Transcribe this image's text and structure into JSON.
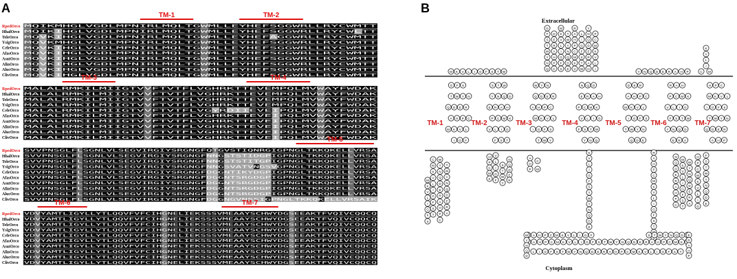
{
  "panel_a": {
    "label": "A",
    "species": [
      "RpedOrco",
      "HhalOrco",
      "TeleOrco",
      "YsigOrco",
      "CeleOrco",
      "AfasOrco",
      "AsutOrco",
      "AlinOrco",
      "AlucOrco",
      "ClivOrco"
    ],
    "highlight_species": "RpedOrco",
    "blocks": [
      {
        "rows": [
          "MQIKMHGLVGDLMPNIRLMQLTGWMLLEYHEFSGGWRLLRYCWMTT",
          "MQIKIHGLVGDLMPNIRLMQLTGWMLLEYHEFSGGWRLLRYCWLTT",
          "MQVKIHGLVGDLMPNIRLMQLTGWMLLEYHEFAGGWRLLRYCWMTT",
          "MQVKMHGLVGDLMPNIRLMQLTGWMLLEYHEFSGGWRLLRYCWMTT",
          "MQVKIHGLVGDLMPNIRLMQLTGWMLLEYHEFSGGWRLLRYCWMTT",
          "MQVKIHGLVGDLMPNIRLMQLTGWMLLEYHEFSGGWRLLRYCWMTT",
          "MQVKIHGLVGDLMPNIRLMQLTGWMLLEYHEFSGGWRLLRYCWMTT",
          "MQVKIHGLVGDLMPNIRLMQLTGWMLLEYHEFSGGWRLLRYCWMTT",
          "MQVKIHGLVGDLMPNIRLMQLTGWMLLEYHEFSGGWRLLRYCWMTT",
          "MQVKIHGLVGDLMPNIRLMQLTGWMLLEYHEFSGGWRLLRYCWMTT"
        ],
        "tm": [
          {
            "label": "TM-1",
            "start": 0.33,
            "end": 0.48
          },
          {
            "label": "TM-2",
            "start": 0.61,
            "end": 0.79
          }
        ]
      },
      {
        "rows": [
          "MALALRMKILMIIGTVVFTVTFLVGHRKTTEVEMPQLMVWAYFWDAK",
          "MALALRMKILMIIGTVVFTVTFLVGHRKTTEVEMPQLMVWAYFWDAK",
          "MALALRMKILMIIGTVVFTVTFLVGHRKTTEVEMPQLMVWAYFWDAK",
          "MALALRMKILMIIGTVVFTVTFLVGHRKTTEVEMPQLMVWAYFWDAK",
          "MALALRMKILMIIGTVVFTVTFLVGYRDIIEVEIPQLMVWAYFWDAK",
          "MALALRMKILMIIGTVVFTVTFLVGHRKTTEVEIPQLMVWAYFWDAK",
          "MALALRMKILMIIGTVVFTVTFLVGHRKTTEVEIPQLMVWAYFWDAK",
          "MALALRMKILMIIGTVVFTVTFLVGHRKTTEVEIPQLMVWAYFWDAK",
          "MALALRMKILMIIGTVVFTVTFLVGHRKTTEVEIPQLMVWAYFWDAK",
          "MALALRMKILMIIGTVVFTVTFLVGHRKTTEVEIPQLMVWAYFWDAK"
        ],
        "tm": [
          {
            "label": "TM-3",
            "start": 0.11,
            "end": 0.26
          },
          {
            "label": "TM-4",
            "start": 0.63,
            "end": 0.81
          }
        ]
      },
      {
        "rows": [
          "SVVPNSGLFLSGNLVLSEGVIRGIYSRGNGFQTGVSTIQNRGIGPNGLTKKQKELLVRSA",
          "SVVPNSGLFLSGNLVLSEGVIRGIYSRGNGFNNGSTSTIDGPIGPNGLTKKQKELLVRSA",
          "SVVPNSGLFLSGNLVLSEGVIRGIYSRGNGFNNGSTSTITGPIGPNGLTKKQKELLVRSA",
          "SVVPNSGLFLSGNLVLSEGVIRGIYSRGNGFNNGSVATVNGSVGPNGLTKKQKELLVRSA",
          "SVVPNSGLFLSGNLVLSEGVIRGIYSRGNGFDGGNTIKYDGPIGPNGLTKKQKELLVRSA",
          "SVVPNSGLFLSGNLVLSEGVIRGIYSRGNGFDGGNTSRGDGPIGPNGLTKKQKELLVRSA",
          "SVVPNSGLFLSGNLVLSEGVIRGIYSRGNGFDGGNTSRGDGPIGPNGLTKKQKELLVRSA",
          "SVVPNSGLFLSGNLVLSEGVIRGIYSRGNGFDGGNTSRGDGPIGPNGLTKKQKELLVRSA",
          "SVVPNSGLFLSGNLVLSEGVIRGIYSRGNGFDGGNTSRGDGPIGPNGLTKKQKELLVRSA",
          "SVVPNSGLFLSGNLVLSEGVIRGIYSRGNGFDGGNGVNSSIGPNGLTKKQKELLVRSAIK"
        ],
        "tm": [
          {
            "label": "TM-5",
            "start": 0.77,
            "end": 0.99
          }
        ]
      },
      {
        "rows": [
          "VDVYAMTLIGYLLYTLQQVFVFCIHGNELIEKSSSVMEAAYSCHWYDGSEEAKTFVQIVCQQCQ",
          "VDVYAMTLIGYLLYTLQQVFVFCIHGNELIEKSSSVMEAAYSCHWYDGSEEAKTFVQIVCQQCQ",
          "VDVYAMTLIGYLLYTLQQVFVFCIHGNELIEKSSSVMEAAYSCHWYDGSEEAKTFVQIVCQQCQ",
          "VDVYAMTLIGYLLYTLQQVFVFCIHGNELIEKSSSVMEAAYSCHWYDGSEEAKTFVQIVCQQCQ",
          "VDVYAMTLIGYLLYTLQQVFVFCIHGNELIEKSSSVMEAAYSCHWYDGSEEAKTFVQIVCQQCQ",
          "VDVYAMTLIGYLLYTLQQVFVFCIHGNELIEKSSSVMEAAYSCHWYDGSEEAKTFVQIVCQQCQ",
          "VDVYAMTLIGYLLYTLQQVFVFCIHGNELIEKSSSVMEAAYSCHWYDGSEEAKTFVQIVCQQCQ",
          "VDVYAMTLIGYLLYTLQQVFVFCIHGNELIEKSSSVMEAAYSCHWYDGSEEAKTFVQIVCQQCQ",
          "VDVYAMTLIGYLLYTLQQVFVFCIHGNELIEKSSSVMEAAYSCHWYDGSEEAKTFVQIVCQQCQ",
          "VDVYAMTLIGYLLYTLQQVFVFCIHGNELIEKSSSVMEAAYSCHWYDGSEEAKTFVQIVCQQCQ"
        ],
        "tm": [
          {
            "label": "TM-6",
            "start": 0.04,
            "end": 0.18
          },
          {
            "label": "TM-7",
            "start": 0.56,
            "end": 0.72
          }
        ]
      }
    ]
  },
  "panel_b": {
    "label": "B",
    "extracellular": "Extracellular",
    "cytoplasm": "Cytoplasm",
    "tm_labels": [
      "TM-1",
      "TM-2",
      "TM-3",
      "TM-4",
      "TM-5",
      "TM-6",
      "TM-7"
    ],
    "aa_letters": "MKVLIGFSTWYNQDERAHPC"
  }
}
